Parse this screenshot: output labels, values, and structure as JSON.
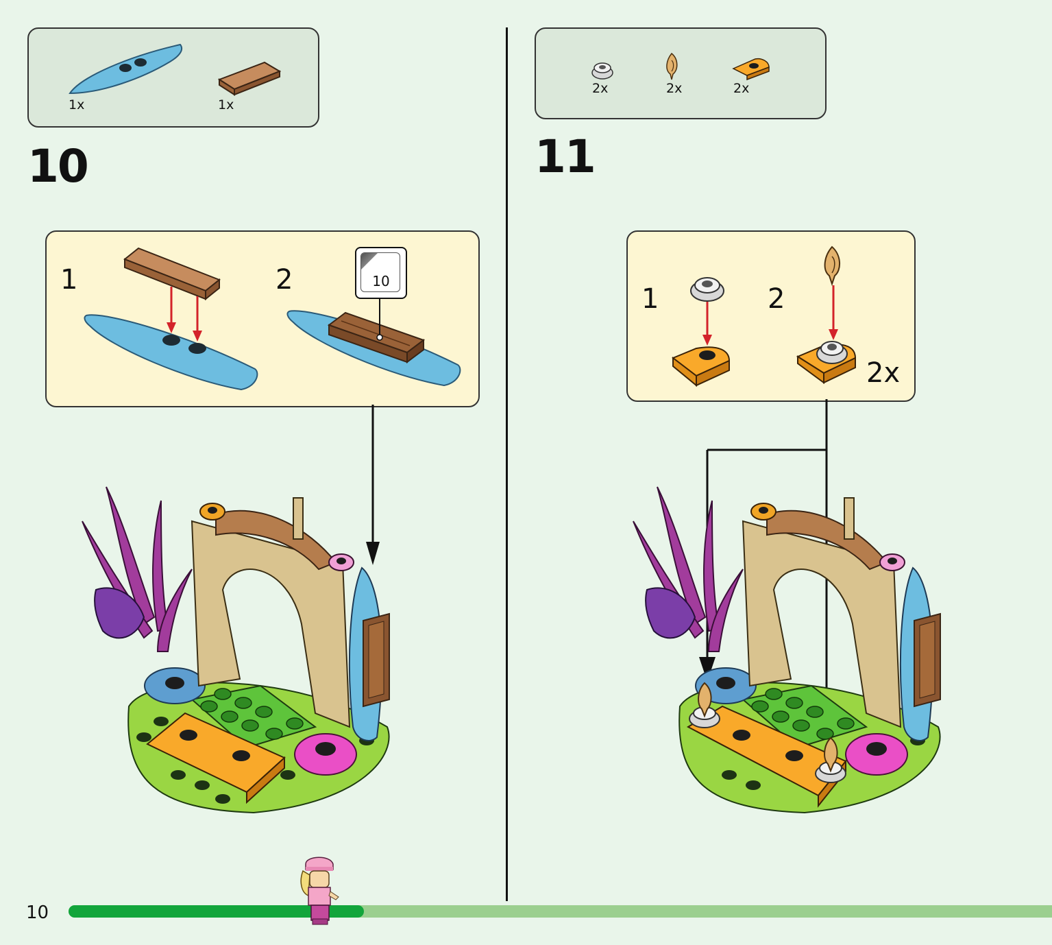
{
  "page": {
    "number": "10",
    "progress": 0.3
  },
  "step10": {
    "number": "10",
    "parts": [
      {
        "icon": "blue-surfboard-piece",
        "qty": "1x"
      },
      {
        "icon": "brown-tile-piece",
        "qty": "1x"
      }
    ],
    "sub1": "1",
    "sub2": "2",
    "sticker_label": "10"
  },
  "step11": {
    "number": "11",
    "parts": [
      {
        "icon": "silver-round-plate-piece",
        "qty": "2x"
      },
      {
        "icon": "tan-flame-piece",
        "qty": "2x"
      },
      {
        "icon": "orange-wedge-plate-piece",
        "qty": "2x"
      }
    ],
    "sub1": "1",
    "sub2": "2",
    "multiplier": "2x"
  },
  "colors": {
    "background": "#e9f5ea",
    "parts_box": "#dbe8da",
    "subassembly_box": "#fdf6d2",
    "progress_done": "#12a53b",
    "progress_rest": "#9bcf8f",
    "arrow_red": "#d3232a"
  }
}
